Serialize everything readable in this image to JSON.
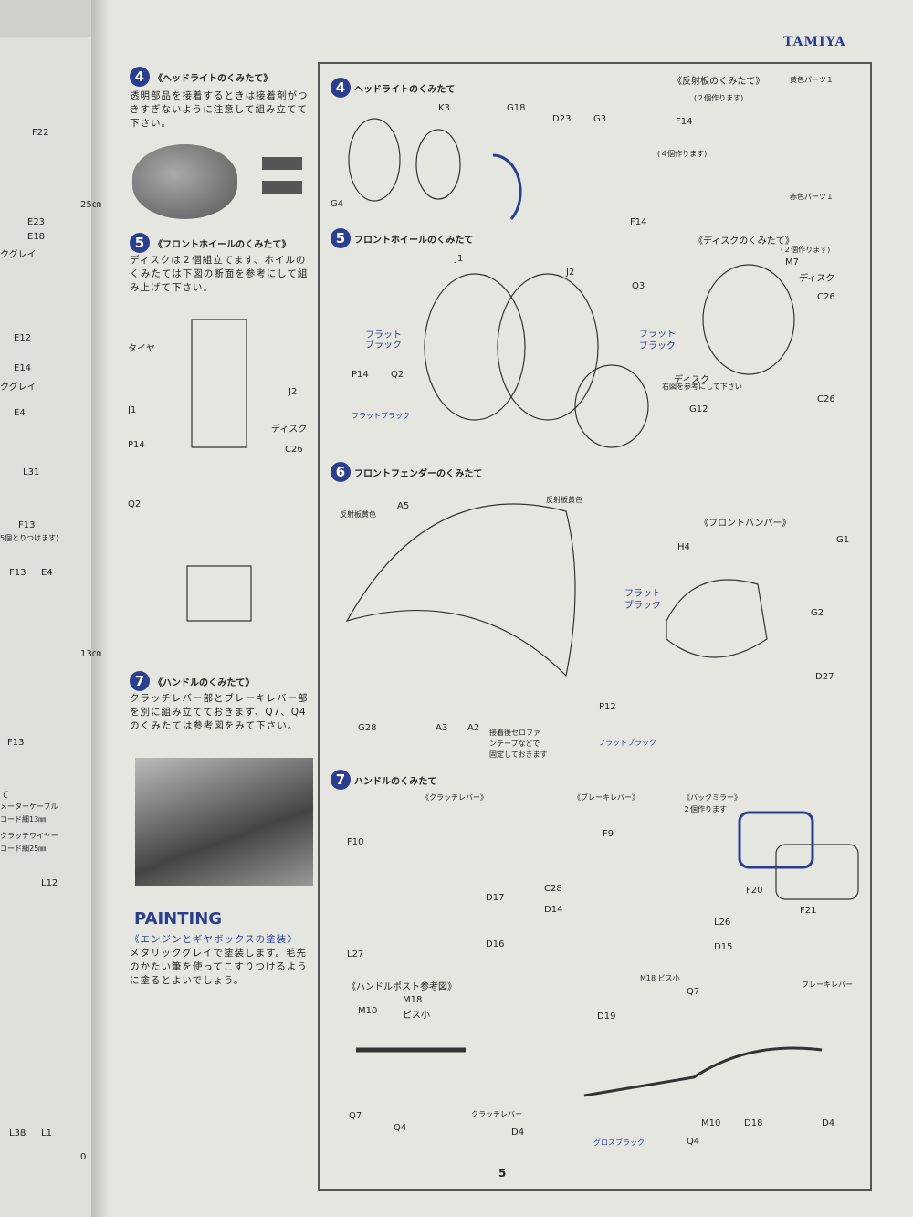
{
  "brand": "TAMIYA",
  "page_number": "5",
  "accent_color": "#2b3f8f",
  "left_column": {
    "step4": {
      "num": "4",
      "title": "《ヘッドライトのくみたて》",
      "text": "透明部品を接着するときは接着剤がつきすぎないように注意して組み立てて下さい。"
    },
    "step5": {
      "num": "5",
      "title": "《フロントホイールのくみたて》",
      "text": "ディスクは２個組立てます、ホイルのくみたては下図の断面を参考にして組み上げて下さい。"
    },
    "section_labels": [
      "タイヤ",
      "J1",
      "J2",
      "ディスク",
      "P14",
      "C26",
      "Q2"
    ],
    "step7": {
      "num": "7",
      "title": "《ハンドルのくみたて》",
      "text": "クラッチレバー部とブレーキレバー部を別に組み立てておきます、Q7、Q4のくみたては参考図をみて下さい。"
    },
    "painting": {
      "title": "PAINTING",
      "subtitle": "《エンジンとギヤボックスの塗装》",
      "text": "メタリックグレイで塗装します。毛先のかたい筆を使ってこすりつけるように塗るとよいでしょう。"
    }
  },
  "left_page_labels": [
    "F22",
    "E23",
    "E18",
    "クグレイ",
    "E12",
    "E14",
    "クグレイ",
    "E4",
    "L31",
    "F13",
    "5個とりつけます)",
    "F13",
    "E4",
    "F13",
    "て",
    "メーターケーブル",
    "コード細13㎜",
    "クラッチワイヤー",
    "コード細25㎜",
    "L12",
    "L38",
    "L1",
    "25㎝",
    "13㎝",
    "0"
  ],
  "box": {
    "step4": {
      "num": "4",
      "title": "ヘッドライトのくみたて",
      "labels": [
        "K3",
        "G18",
        "D23",
        "G3",
        "G4"
      ]
    },
    "reflector": {
      "title": "《反射板のくみたて》",
      "labels": [
        "(２個作ります)",
        "黄色パーツ１",
        "F14",
        "(４個作ります)",
        "赤色パーツ１",
        "F14"
      ]
    },
    "step5": {
      "num": "5",
      "title": "フロントホイールのくみたて",
      "labels": [
        "J1",
        "J2",
        "フラット",
        "ブラック",
        "P14",
        "Q2",
        "フラットブラック",
        "G12",
        "ディスク",
        "右図を参考にして下さい"
      ]
    },
    "disc": {
      "title": "《ディスクのくみたて》",
      "labels": [
        "(２個作ります)",
        "M7",
        "ディスク",
        "Q3",
        "C26",
        "フラット",
        "ブラック",
        "C26"
      ]
    },
    "step6": {
      "num": "6",
      "title": "フロントフェンダーのくみたて",
      "labels": [
        "反射板黄色",
        "A5",
        "反射板黄色",
        "G28",
        "A3",
        "A2",
        "接着後セロファ",
        "ンテープなどで",
        "固定しておきます",
        "P12",
        "フラットブラック"
      ]
    },
    "bumper": {
      "title": "《フロントバンパー》",
      "labels": [
        "H4",
        "G1",
        "フラット",
        "ブラック",
        "G2",
        "D27"
      ]
    },
    "step7": {
      "num": "7",
      "title": "ハンドルのくみたて",
      "labels": [
        "《クラッチレバー》",
        "F10",
        "D17",
        "D16",
        "L27",
        "《ブレーキレバー》",
        "F9",
        "C28",
        "D14",
        "L26",
        "D15",
        "《バックミラー》",
        "２個作ります",
        "F20",
        "F21"
      ]
    },
    "handle_post": {
      "title": "《ハンドルポスト参考図》",
      "labels": [
        "M10",
        "M18",
        "ビス小",
        "Q7",
        "Q4",
        "M18 ビス小",
        "Q7",
        "D19",
        "ブレーキレバー",
        "クラッチレバー",
        "D4",
        "グロスブラック",
        "Q4",
        "M10",
        "D18",
        "D4"
      ]
    }
  }
}
